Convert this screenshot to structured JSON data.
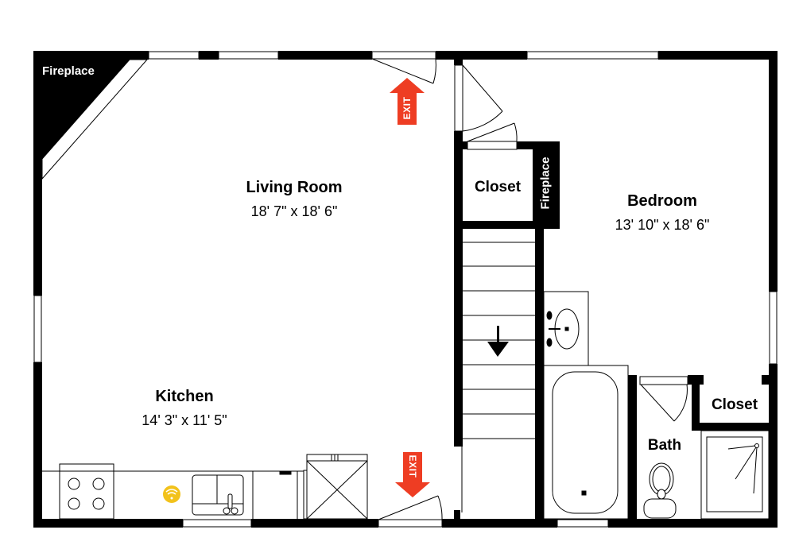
{
  "floor_plan": {
    "rooms": [
      {
        "id": "living-room",
        "name": "Living Room",
        "dimensions": "18' 7\" x 18' 6\""
      },
      {
        "id": "kitchen",
        "name": "Kitchen",
        "dimensions": "14' 3\" x 11' 5\""
      },
      {
        "id": "bedroom",
        "name": "Bedroom",
        "dimensions": "13' 10\" x 18' 6\""
      },
      {
        "id": "bath",
        "name": "Bath"
      },
      {
        "id": "closet-hall",
        "name": "Closet"
      },
      {
        "id": "closet-bedroom",
        "name": "Closet"
      }
    ],
    "features": {
      "fireplace_living": "Fireplace",
      "fireplace_center": "Fireplace",
      "exit_top": "EXIT",
      "exit_bottom": "EXIT"
    },
    "colors": {
      "wall": "#000000",
      "exit": "#ee3d23",
      "sensor": "#f2c21b",
      "background": "#ffffff"
    }
  }
}
